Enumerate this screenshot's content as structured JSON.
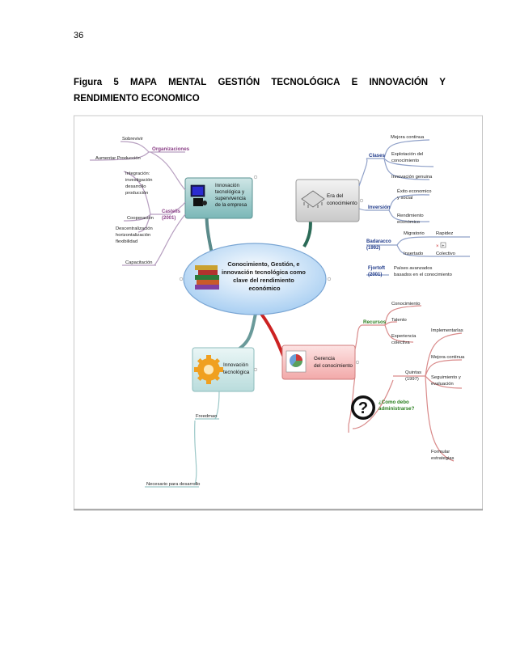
{
  "page_number": "36",
  "caption": {
    "line1": [
      "Figura",
      "5",
      "MAPA",
      "MENTAL",
      "GESTIÓN",
      "TECNOLÓGICA",
      "E",
      "INNOVACIÓN",
      "Y"
    ],
    "line2": "RENDIMIENTO ECONOMICO"
  },
  "mindmap": {
    "center": [
      "Conocimiento, Gestión, e",
      "innovación tecnológica como",
      "clave del rendimiento",
      "económico"
    ],
    "node_tl": [
      "Innovación",
      "tecnológica y",
      "supervivencia",
      "de la empresa"
    ],
    "node_tr": [
      "Era del",
      "conocimiento"
    ],
    "node_bl": [
      "Innovación",
      "tecnológica"
    ],
    "node_br": [
      "Gerencia",
      "del conocimiento"
    ],
    "tl": {
      "organizaciones": "Organizaciones",
      "sobrevivir": "Sobrevivir",
      "aumentar": "Aumentar Producción",
      "castells": [
        "Castells",
        "(2001)"
      ],
      "integracion": [
        "Integración:",
        "investigación",
        "desarrollo",
        "producción"
      ],
      "cooperacion": "Cooperación",
      "descentralizacion": [
        "Descentralización",
        "horizontalización",
        "flexibilidad"
      ],
      "capacitacion": "Capacitación"
    },
    "tr": {
      "clases": "Clases",
      "mejora": "Mejora continua",
      "explotacion": [
        "Explotación del",
        "conocimiento"
      ],
      "innovacion_genuina": "Innovación genuina",
      "inversion": "Inversión",
      "exito": [
        "Éxito economico",
        "y social"
      ],
      "rendimiento": [
        "Rendimiento",
        "económico"
      ],
      "badaracco": [
        "Badaracco",
        "(1992)"
      ],
      "migratorio": "Migratorio",
      "rapidez": "Rapidez",
      "insertado": "Insertado",
      "colectivo": "Colectivo",
      "fjortoft": [
        "Fjortoft",
        "(2001)"
      ],
      "paises": [
        "Países avanzados",
        "basados en el conocimiento"
      ]
    },
    "br": {
      "recursos": "Recursos",
      "conocimiento": "Conocimiento",
      "talento": "Talento",
      "experiencia": [
        "Experiencia",
        "colectiva"
      ],
      "question_mark": "?",
      "como_debo": [
        "¿Como debo",
        "administrarse?"
      ],
      "quintas": [
        "Quintas",
        "(1997)"
      ],
      "implementarlas": "Implementarlas",
      "mejora": "Mejora continua",
      "seguimiento": [
        "Seguimiento y",
        "evaluación"
      ],
      "formular": [
        "Formular",
        "estrategias"
      ]
    },
    "bl": {
      "freedman": "Freedman",
      "necesario": "Necesario para desarrollo"
    },
    "colors": {
      "purple": "#8a3f86",
      "navy": "#1f3a8a",
      "green": "#2a7f1f",
      "red": "#cc2222",
      "teal": "#3b8f8f"
    }
  }
}
